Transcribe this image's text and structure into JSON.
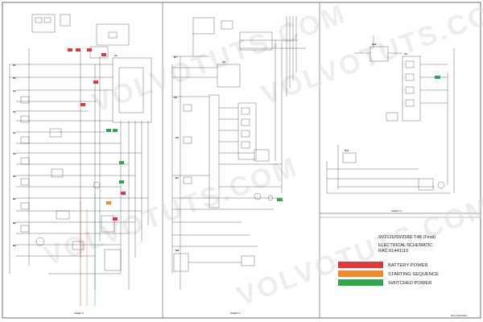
{
  "title_block": {
    "line1": "SV212D/SV216D T4B (Final)",
    "line2": "ELECTRICAL SCHEMATIC",
    "line3": "RAC 61443110"
  },
  "legend": [
    {
      "label": "BATTERY POWER",
      "color": "#e0383b"
    },
    {
      "label": "STARTING SEQUENCE",
      "color": "#f08a2c"
    },
    {
      "label": "SWITCHED POWER",
      "color": "#2ea84a"
    }
  ],
  "sheets": {
    "left": "SHEET 1",
    "middle": "SHEET 2",
    "right": "SHEET 3"
  },
  "watermark": "VOLVOTUTS.COM",
  "doc_number": "RAC 61443110",
  "colors": {
    "wire": "#2b2b2b",
    "border": "#333333",
    "battery": "#e0383b",
    "starting": "#f08a2c",
    "switched": "#2ea84a",
    "paper": "#ffffff"
  }
}
